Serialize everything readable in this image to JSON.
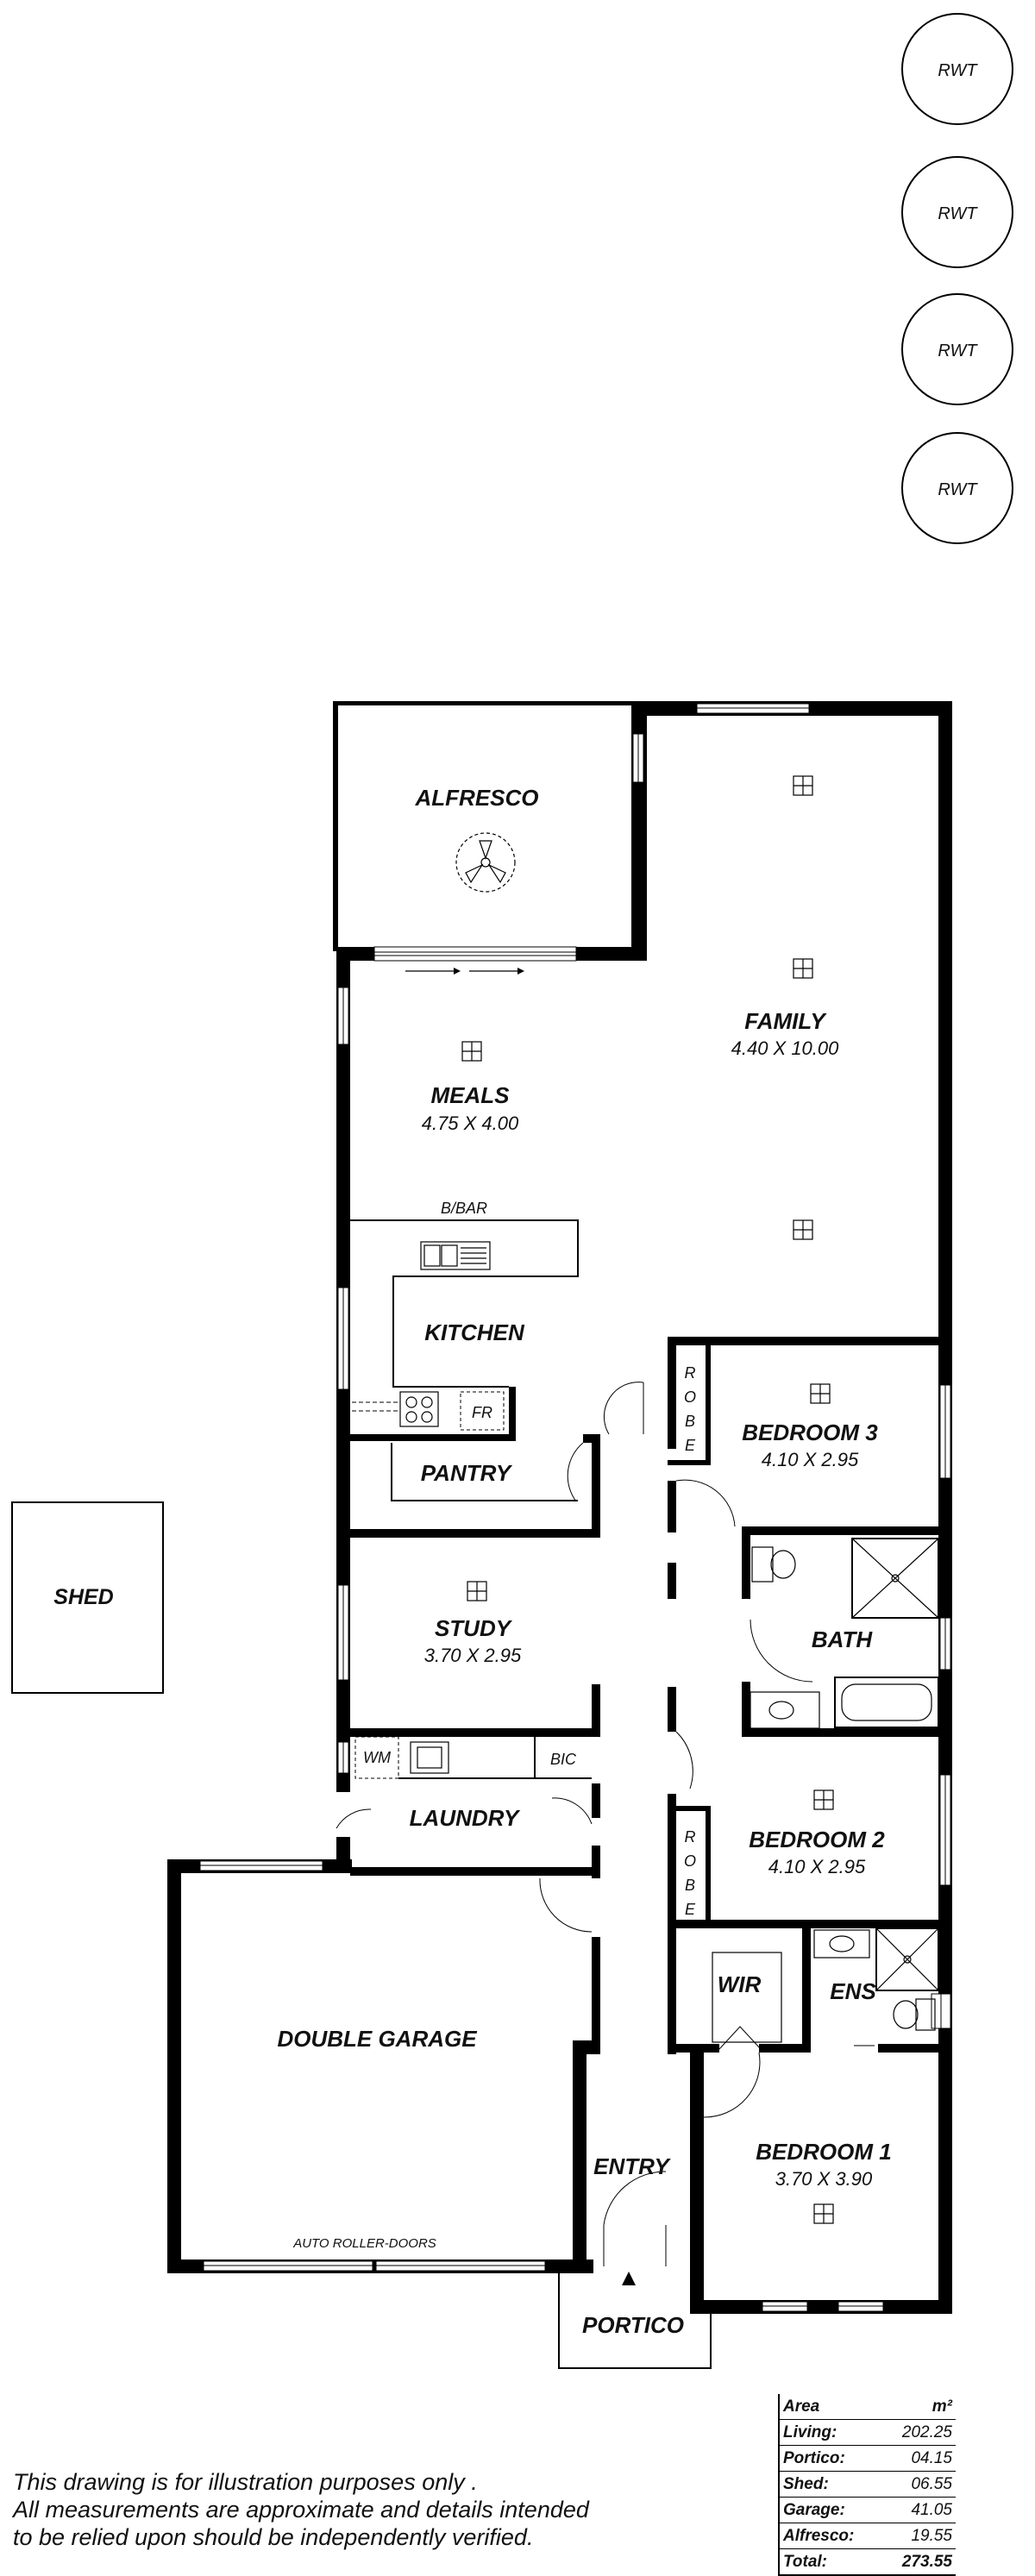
{
  "rwt_tanks": [
    "RWT",
    "RWT",
    "RWT",
    "RWT"
  ],
  "rooms": {
    "alfresco": {
      "name": "ALFRESCO"
    },
    "family": {
      "name": "FAMILY",
      "dim": "4.40 X 10.00"
    },
    "meals": {
      "name": "MEALS",
      "dim": "4.75 X 4.00"
    },
    "kitchen": {
      "name": "KITCHEN"
    },
    "pantry": {
      "name": "PANTRY"
    },
    "study": {
      "name": "STUDY",
      "dim": "3.70 X 2.95"
    },
    "laundry": {
      "name": "LAUNDRY"
    },
    "garage": {
      "name": "DOUBLE GARAGE"
    },
    "entry": {
      "name": "ENTRY"
    },
    "portico": {
      "name": "PORTICO"
    },
    "bedroom3": {
      "name": "BEDROOM 3",
      "dim": "4.10 X 2.95"
    },
    "bath": {
      "name": "BATH"
    },
    "bedroom2": {
      "name": "BEDROOM 2",
      "dim": "4.10 X 2.95"
    },
    "wir": {
      "name": "WIR"
    },
    "ens": {
      "name": "ENS"
    },
    "bedroom1": {
      "name": "BEDROOM 1",
      "dim": "3.70 X 3.90"
    },
    "shed": {
      "name": "SHED"
    }
  },
  "fixtures": {
    "bbar": "B/BAR",
    "fridge": "FR",
    "washer": "WM",
    "bic": "BIC",
    "robe_letters": [
      "R",
      "O",
      "B",
      "E"
    ],
    "garage_doors": "AUTO ROLLER-DOORS"
  },
  "disclaimer": [
    "This drawing is for illustration purposes only .",
    "All measurements are approximate and details intended",
    "to be relied upon should be independently verified."
  ],
  "area_table": {
    "header": {
      "label": "Area",
      "unit": "m²"
    },
    "rows": [
      {
        "label": "Living:",
        "value": "202.25"
      },
      {
        "label": "Portico:",
        "value": "04.15"
      },
      {
        "label": "Shed:",
        "value": "06.55"
      },
      {
        "label": "Garage:",
        "value": "41.05"
      },
      {
        "label": "Alfresco:",
        "value": "19.55"
      }
    ],
    "total": {
      "label": "Total:",
      "value": "273.55"
    }
  }
}
